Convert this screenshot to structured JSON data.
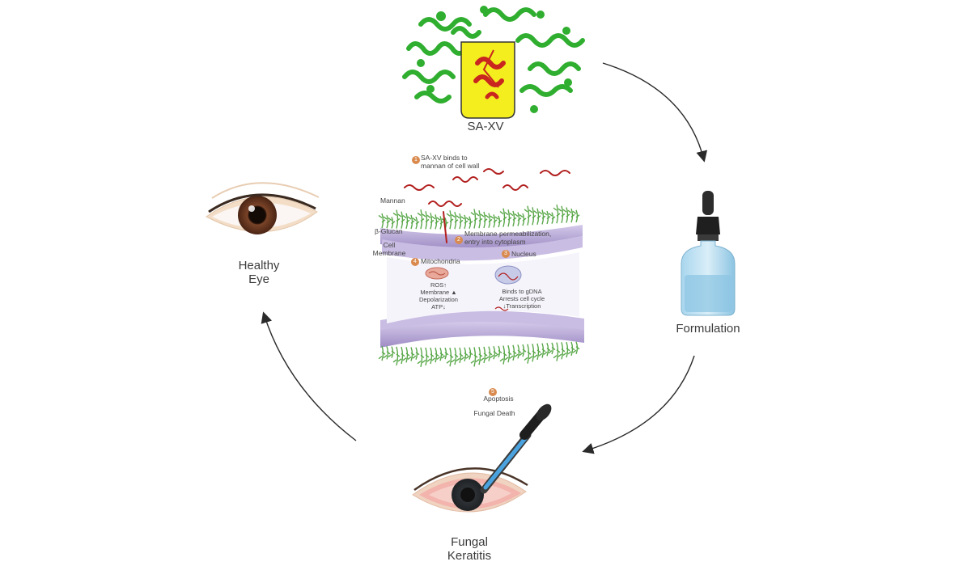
{
  "protein": {
    "label": "SA-XV"
  },
  "formulation": {
    "label": "Formulation"
  },
  "fungal_keratitis": {
    "line1": "Fungal",
    "line2": "Keratitis"
  },
  "healthy_eye": {
    "line1": "Healthy",
    "line2": "Eye"
  },
  "mechanism": {
    "step1": {
      "num": "1",
      "line1": "SA-XV binds to",
      "line2": "mannan of cell wall"
    },
    "step2": {
      "num": "2",
      "line1": "Membrane permeabilization,",
      "line2": "entry into cytoplasm"
    },
    "step3": {
      "num": "3",
      "title": "Nucleus",
      "line1": "Binds to gDNA",
      "line2": "Arrests cell cycle",
      "line3": "↓Transcription"
    },
    "step4": {
      "num": "4",
      "title": "Mitochondria",
      "line1": "ROS↑",
      "line2": "Membrane ▲",
      "line3": "Depolarization",
      "line4": "ATP↓"
    },
    "step5": {
      "num": "5",
      "line1": "Apoptosis",
      "line2": "Fungal Death"
    },
    "labels": {
      "mannan": "Mannan",
      "glucan": "β-Glucan",
      "cell": "Cell",
      "membrane": "Membrane"
    }
  },
  "colors": {
    "protein_green": "#2fae2f",
    "helix_red": "#c8261e",
    "highlight_yellow": "#f4ee1e",
    "membrane_purple": "#b9a9d6",
    "mannan_green": "#5aa84a",
    "arrow": "#2a2a2a",
    "eye_red": "#d9534f",
    "iris_brown": "#6b3a22",
    "dropper_blue": "#4aa3df"
  }
}
